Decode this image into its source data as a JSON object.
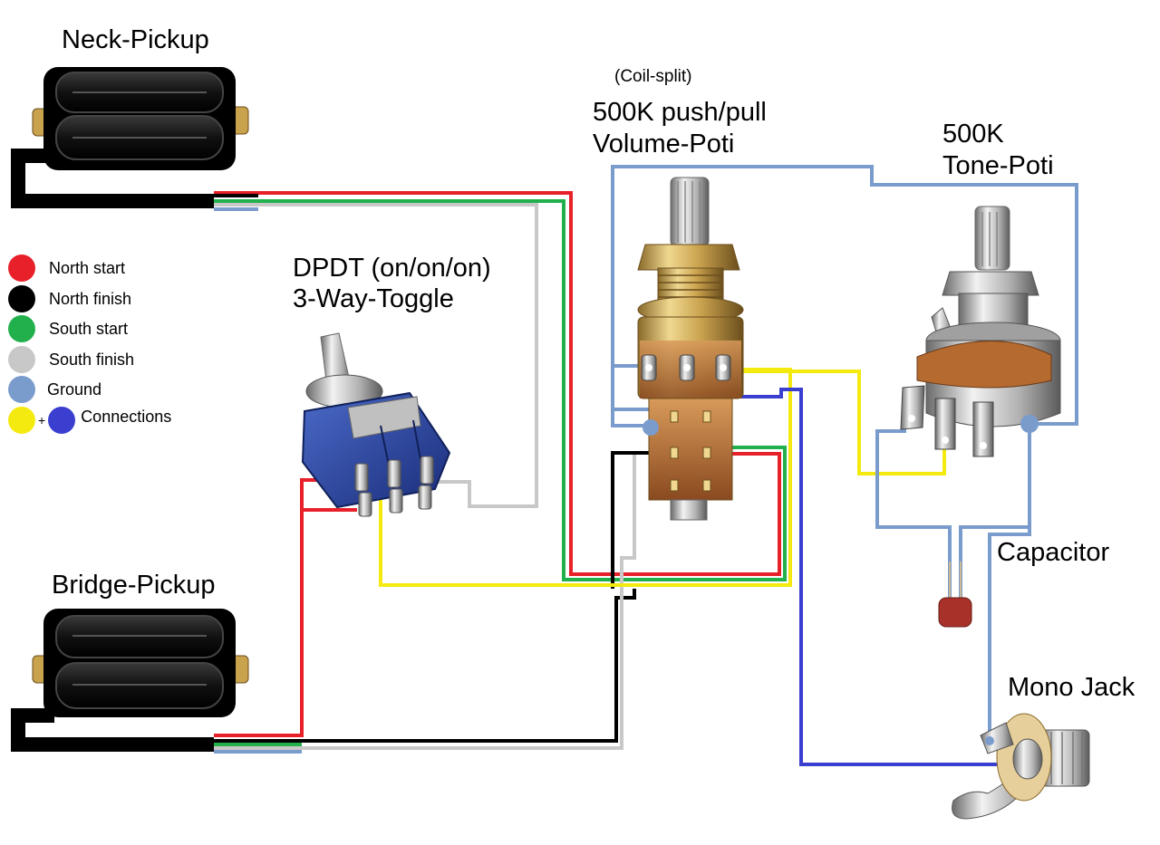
{
  "labels": {
    "neck_pickup": "Neck-Pickup",
    "bridge_pickup": "Bridge-Pickup",
    "toggle_line1": "DPDT (on/on/on)",
    "toggle_line2": "3-Way-Toggle",
    "coil_split": "(Coil-split)",
    "volume_line1": "500K push/pull",
    "volume_line2": "Volume-Poti",
    "tone_line1": "500K",
    "tone_line2": "Tone-Poti",
    "capacitor": "Capacitor",
    "jack": "Mono Jack"
  },
  "legend": [
    {
      "label": "North start",
      "color": "#e8202a"
    },
    {
      "label": "North finish",
      "color": "#000000"
    },
    {
      "label": "South start",
      "color": "#22b04c"
    },
    {
      "label": "South finish",
      "color": "#c8c8c8"
    },
    {
      "label": "Ground",
      "color": "#7a9ccc"
    },
    {
      "label": "Connections",
      "color": "#f5ea10",
      "color2": "#3a3fd0"
    }
  ],
  "colors": {
    "red": "#e8202a",
    "black": "#000000",
    "green": "#22b04c",
    "gray": "#c8c8c8",
    "ground": "#7a9ccc",
    "yellow": "#f5ea10",
    "blue": "#3a3fd0"
  }
}
